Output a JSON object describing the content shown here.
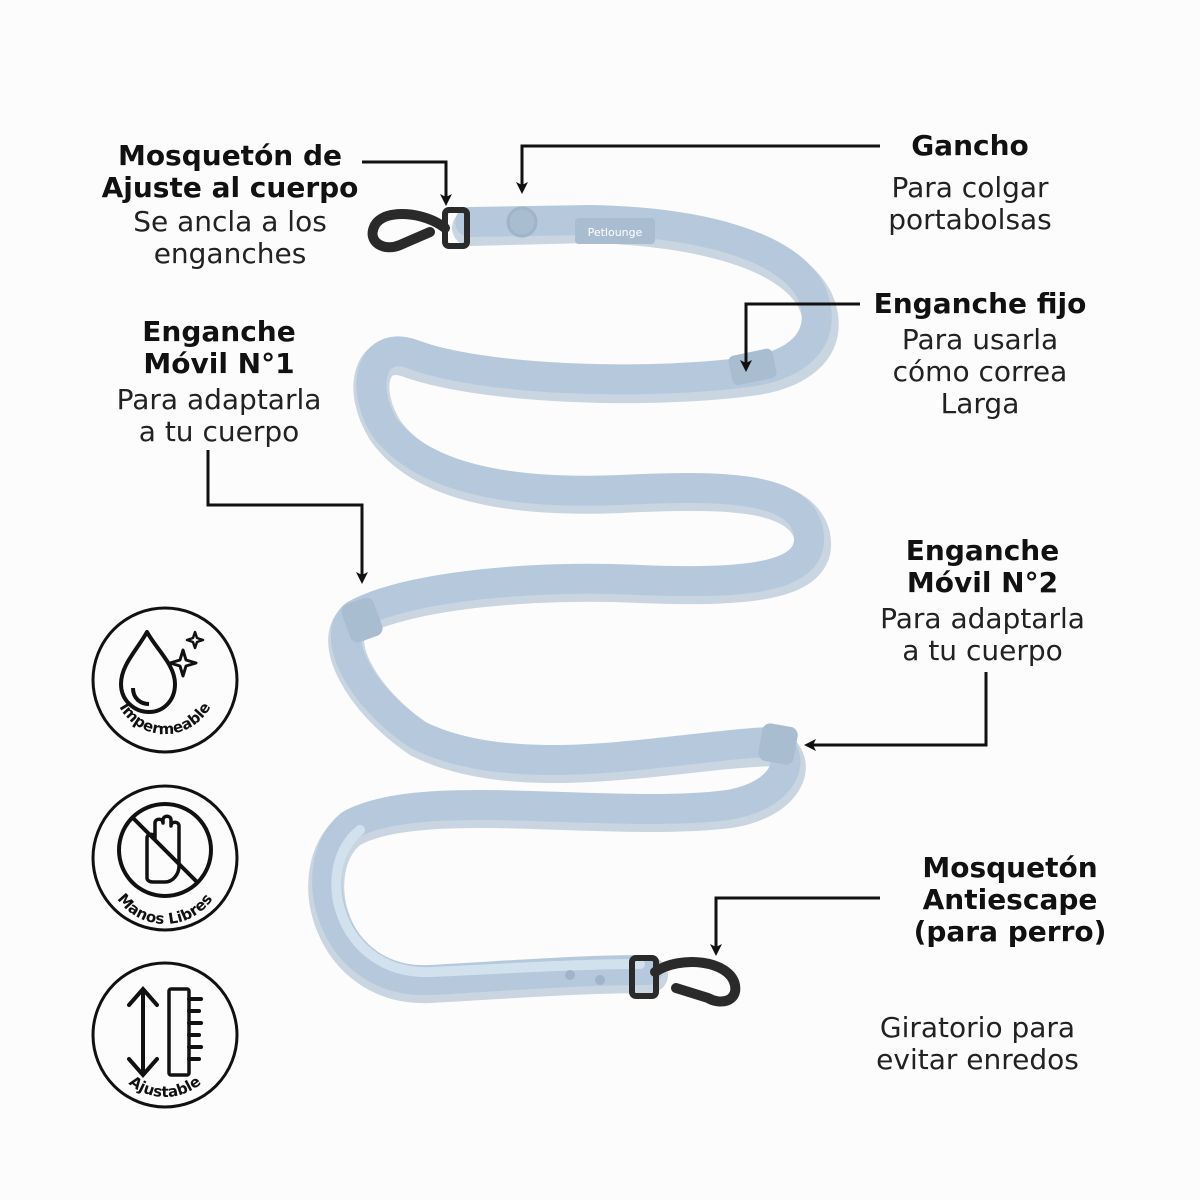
{
  "product": {
    "brand_stamp": "Petlounge",
    "strap_color": "#b6c9dc",
    "strap_shadow": "#9fb4c9",
    "strap_highlight": "#d9e7f3",
    "hardware_color": "#2a2a2a",
    "text_color": "#111111",
    "ink_color": "#111111"
  },
  "callouts": [
    {
      "id": "mosqueton-ajuste",
      "title": "Mosquetón de\nAjuste al cuerpo",
      "desc": "Se ancla a los\nenganches"
    },
    {
      "id": "gancho",
      "title": "Gancho",
      "desc": "Para colgar\nportabolsas"
    },
    {
      "id": "enganche-fijo",
      "title": "Enganche fijo",
      "desc": "Para usarla\ncómo correa\nLarga"
    },
    {
      "id": "enganche-movil-1",
      "title": "Enganche\nMóvil N°1",
      "desc": "Para adaptarla\na tu cuerpo"
    },
    {
      "id": "enganche-movil-2",
      "title": "Enganche\nMóvil N°2",
      "desc": "Para adaptarla\na tu cuerpo"
    },
    {
      "id": "mosqueton-antiescape",
      "title": "Mosquetón\nAntiescape\n(para perro)",
      "desc": ""
    },
    {
      "id": "giratorio",
      "title": "",
      "desc": "Giratorio para\nevitar enredos"
    }
  ],
  "features": [
    {
      "label": "Impermeable",
      "icon": "water-drop-sparkle-icon"
    },
    {
      "label": "Manos Libres",
      "icon": "no-hand-icon"
    },
    {
      "label": "Ajustable",
      "icon": "adjustable-ruler-icon"
    }
  ]
}
